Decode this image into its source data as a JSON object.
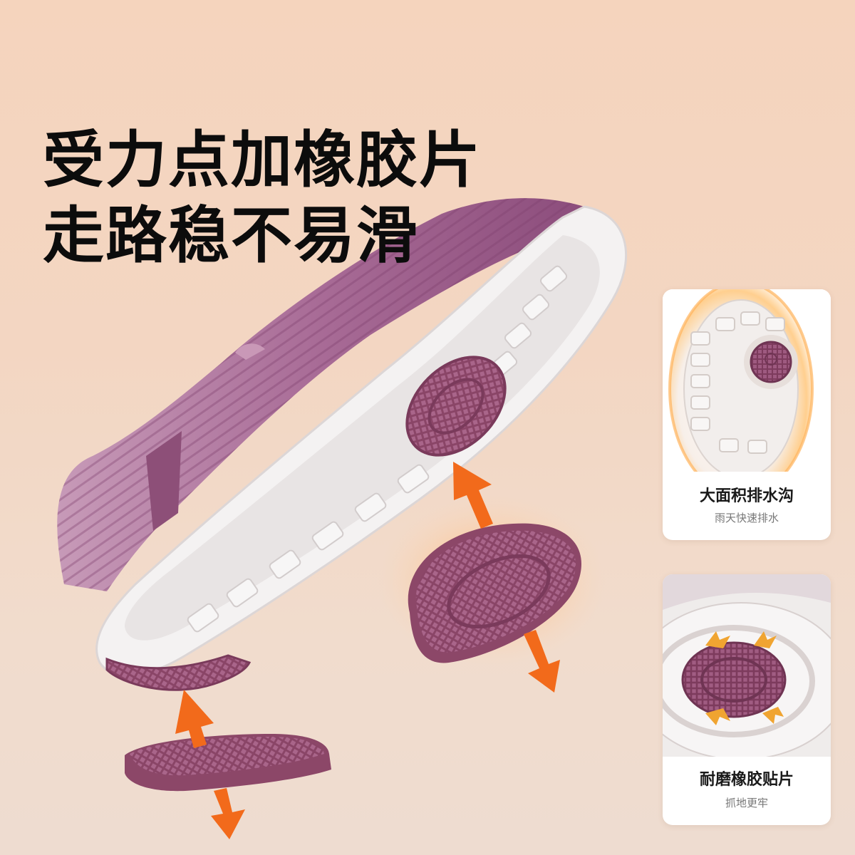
{
  "headline": {
    "line1": "受力点加橡胶片",
    "line2": "走路稳不易滑"
  },
  "cards": [
    {
      "title": "大面积排水沟",
      "subtitle": "雨天快速排水"
    },
    {
      "title": "耐磨橡胶贴片",
      "subtitle": "抓地更牢"
    }
  ],
  "colors": {
    "accent": "#f26a1b",
    "upper": "#9a5a85",
    "rubber": "#8b4668",
    "sole": "#f3f1f1"
  },
  "icons": [
    "arrow-icon"
  ]
}
